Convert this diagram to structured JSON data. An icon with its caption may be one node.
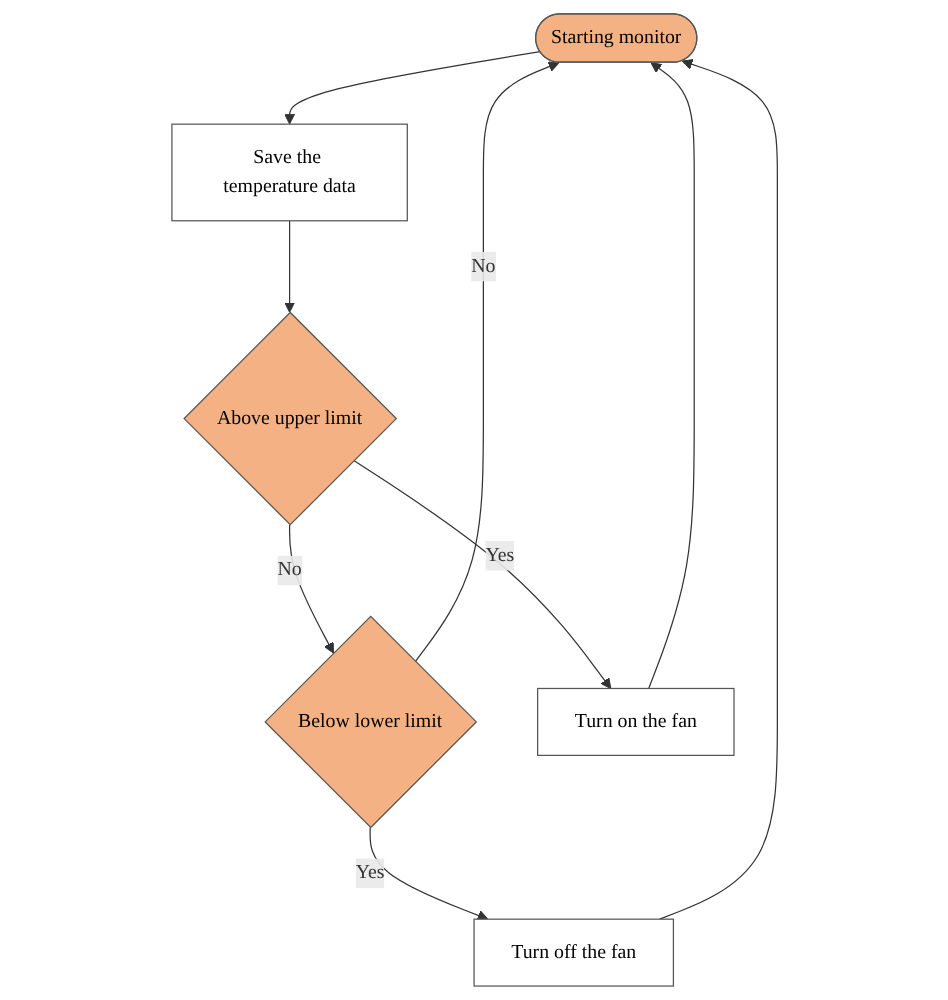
{
  "diagram": {
    "nodes": [
      {
        "text": [
          "Starting monitor"
        ]
      },
      {
        "text": [
          "Save the temperature data"
        ]
      },
      {
        "text": [
          "Above upper limit"
        ]
      },
      {
        "text": [
          "Below lower limit"
        ]
      },
      {
        "text": [
          "Turn on the fan"
        ]
      },
      {
        "text": [
          "Turn off the fan"
        ]
      }
    ],
    "edges": [
      {
        "from": 0,
        "to": 1,
        "arrow": "to"
      },
      {
        "from": 1,
        "to": 2,
        "arrow": "to"
      },
      {
        "from": 2,
        "to": 3,
        "arrow": "to",
        "label": "No"
      },
      {
        "from": 2,
        "to": 4,
        "arrow": "to",
        "label": "Yes"
      },
      {
        "from": 3,
        "to": 0,
        "arrow": "to",
        "label": "No"
      },
      {
        "from": 3,
        "to": 5,
        "arrow": "to",
        "label": "Yes"
      },
      {
        "from": 4,
        "to": 0,
        "arrow": "to"
      },
      {
        "from": 5,
        "to": 0,
        "arrow": "to"
      }
    ]
  }
}
